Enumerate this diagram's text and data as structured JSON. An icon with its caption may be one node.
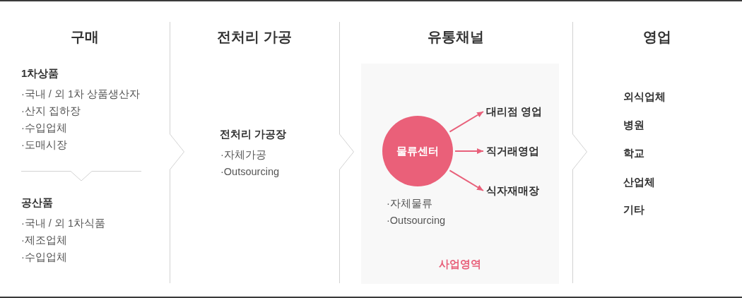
{
  "diagram": {
    "nodes": [
      {
        "text": [
          "사업영역"
        ]
      },
      {
        "text": [
          "물류센터"
        ],
        "in": 0,
        "beside": [
          "·자체물류",
          "·Outsourcing"
        ]
      },
      {
        "text": [
          "대리점 영업"
        ],
        "in": 0
      },
      {
        "text": [
          "직거래영업"
        ],
        "in": 0
      },
      {
        "text": [
          "식자재매장"
        ],
        "in": 0
      }
    ],
    "edges": [
      {
        "from": 1,
        "to": 2,
        "arrow": "to"
      },
      {
        "from": 1,
        "to": 3,
        "arrow": "to"
      },
      {
        "from": 1,
        "to": 4,
        "arrow": "to"
      }
    ],
    "labels": [
      "구매",
      "1차상품",
      "·국내 / 외 1차 상품생산자",
      "·산지 집하장",
      "·수입업체",
      "·도매시장",
      "공산품",
      "·국내 / 외 1차식품",
      "·제조업체",
      "·수입업체",
      "전처리 가공",
      "전처리 가공장",
      "·자체가공",
      "·Outsourcing",
      "유통채널",
      "영업",
      "외식업체",
      "병원",
      "학교",
      "산업체",
      "기타"
    ]
  }
}
